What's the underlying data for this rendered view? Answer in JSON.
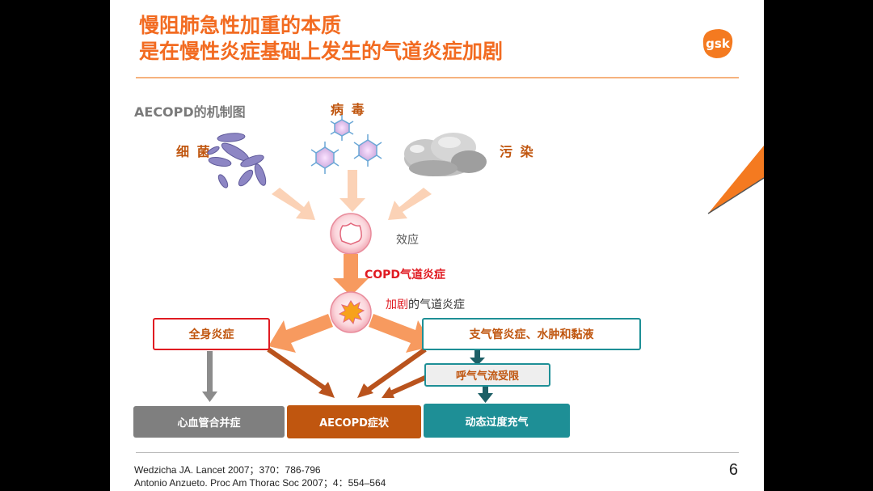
{
  "title": {
    "line1": "慢阻肺急性加重的本质",
    "line2": "是在慢性炎症基础上发生的气道炎症加剧"
  },
  "logo": {
    "text": "gsk"
  },
  "diagram": {
    "subtitle": "AECOPD的机制图",
    "sources": {
      "virus": "病 毒",
      "bacteria": "细 菌",
      "pollution": "污 染"
    },
    "effect_label": "效应",
    "copd_inflammation": "COPD气道炎症",
    "aggravated_prefix": "加剧",
    "aggravated_suffix": "的气道炎症",
    "systemic": "全身炎症",
    "bronchitis": "支气管炎症、水肿和黏液",
    "airflow": "呼气气流受限",
    "cardio": "心血管合并症",
    "aecopd_symptoms": "AECOPD症状",
    "hyperinflation": "动态过度充气"
  },
  "citations": {
    "ref1": "Wedzicha JA. Lancet 2007；370：786-796",
    "ref2": "Antonio Anzueto. Proc Am Thorac Soc 2007；4：554–564"
  },
  "page_number": "6",
  "colors": {
    "title": "#f26b21",
    "label": "#c0560f",
    "red": "#e01b22",
    "teal": "#1e8f96",
    "grey_box": "#7f7f7f",
    "brown_box": "#c0560f",
    "arrow_light": "#fbd2b6",
    "arrow_orange": "#f79a5f"
  }
}
